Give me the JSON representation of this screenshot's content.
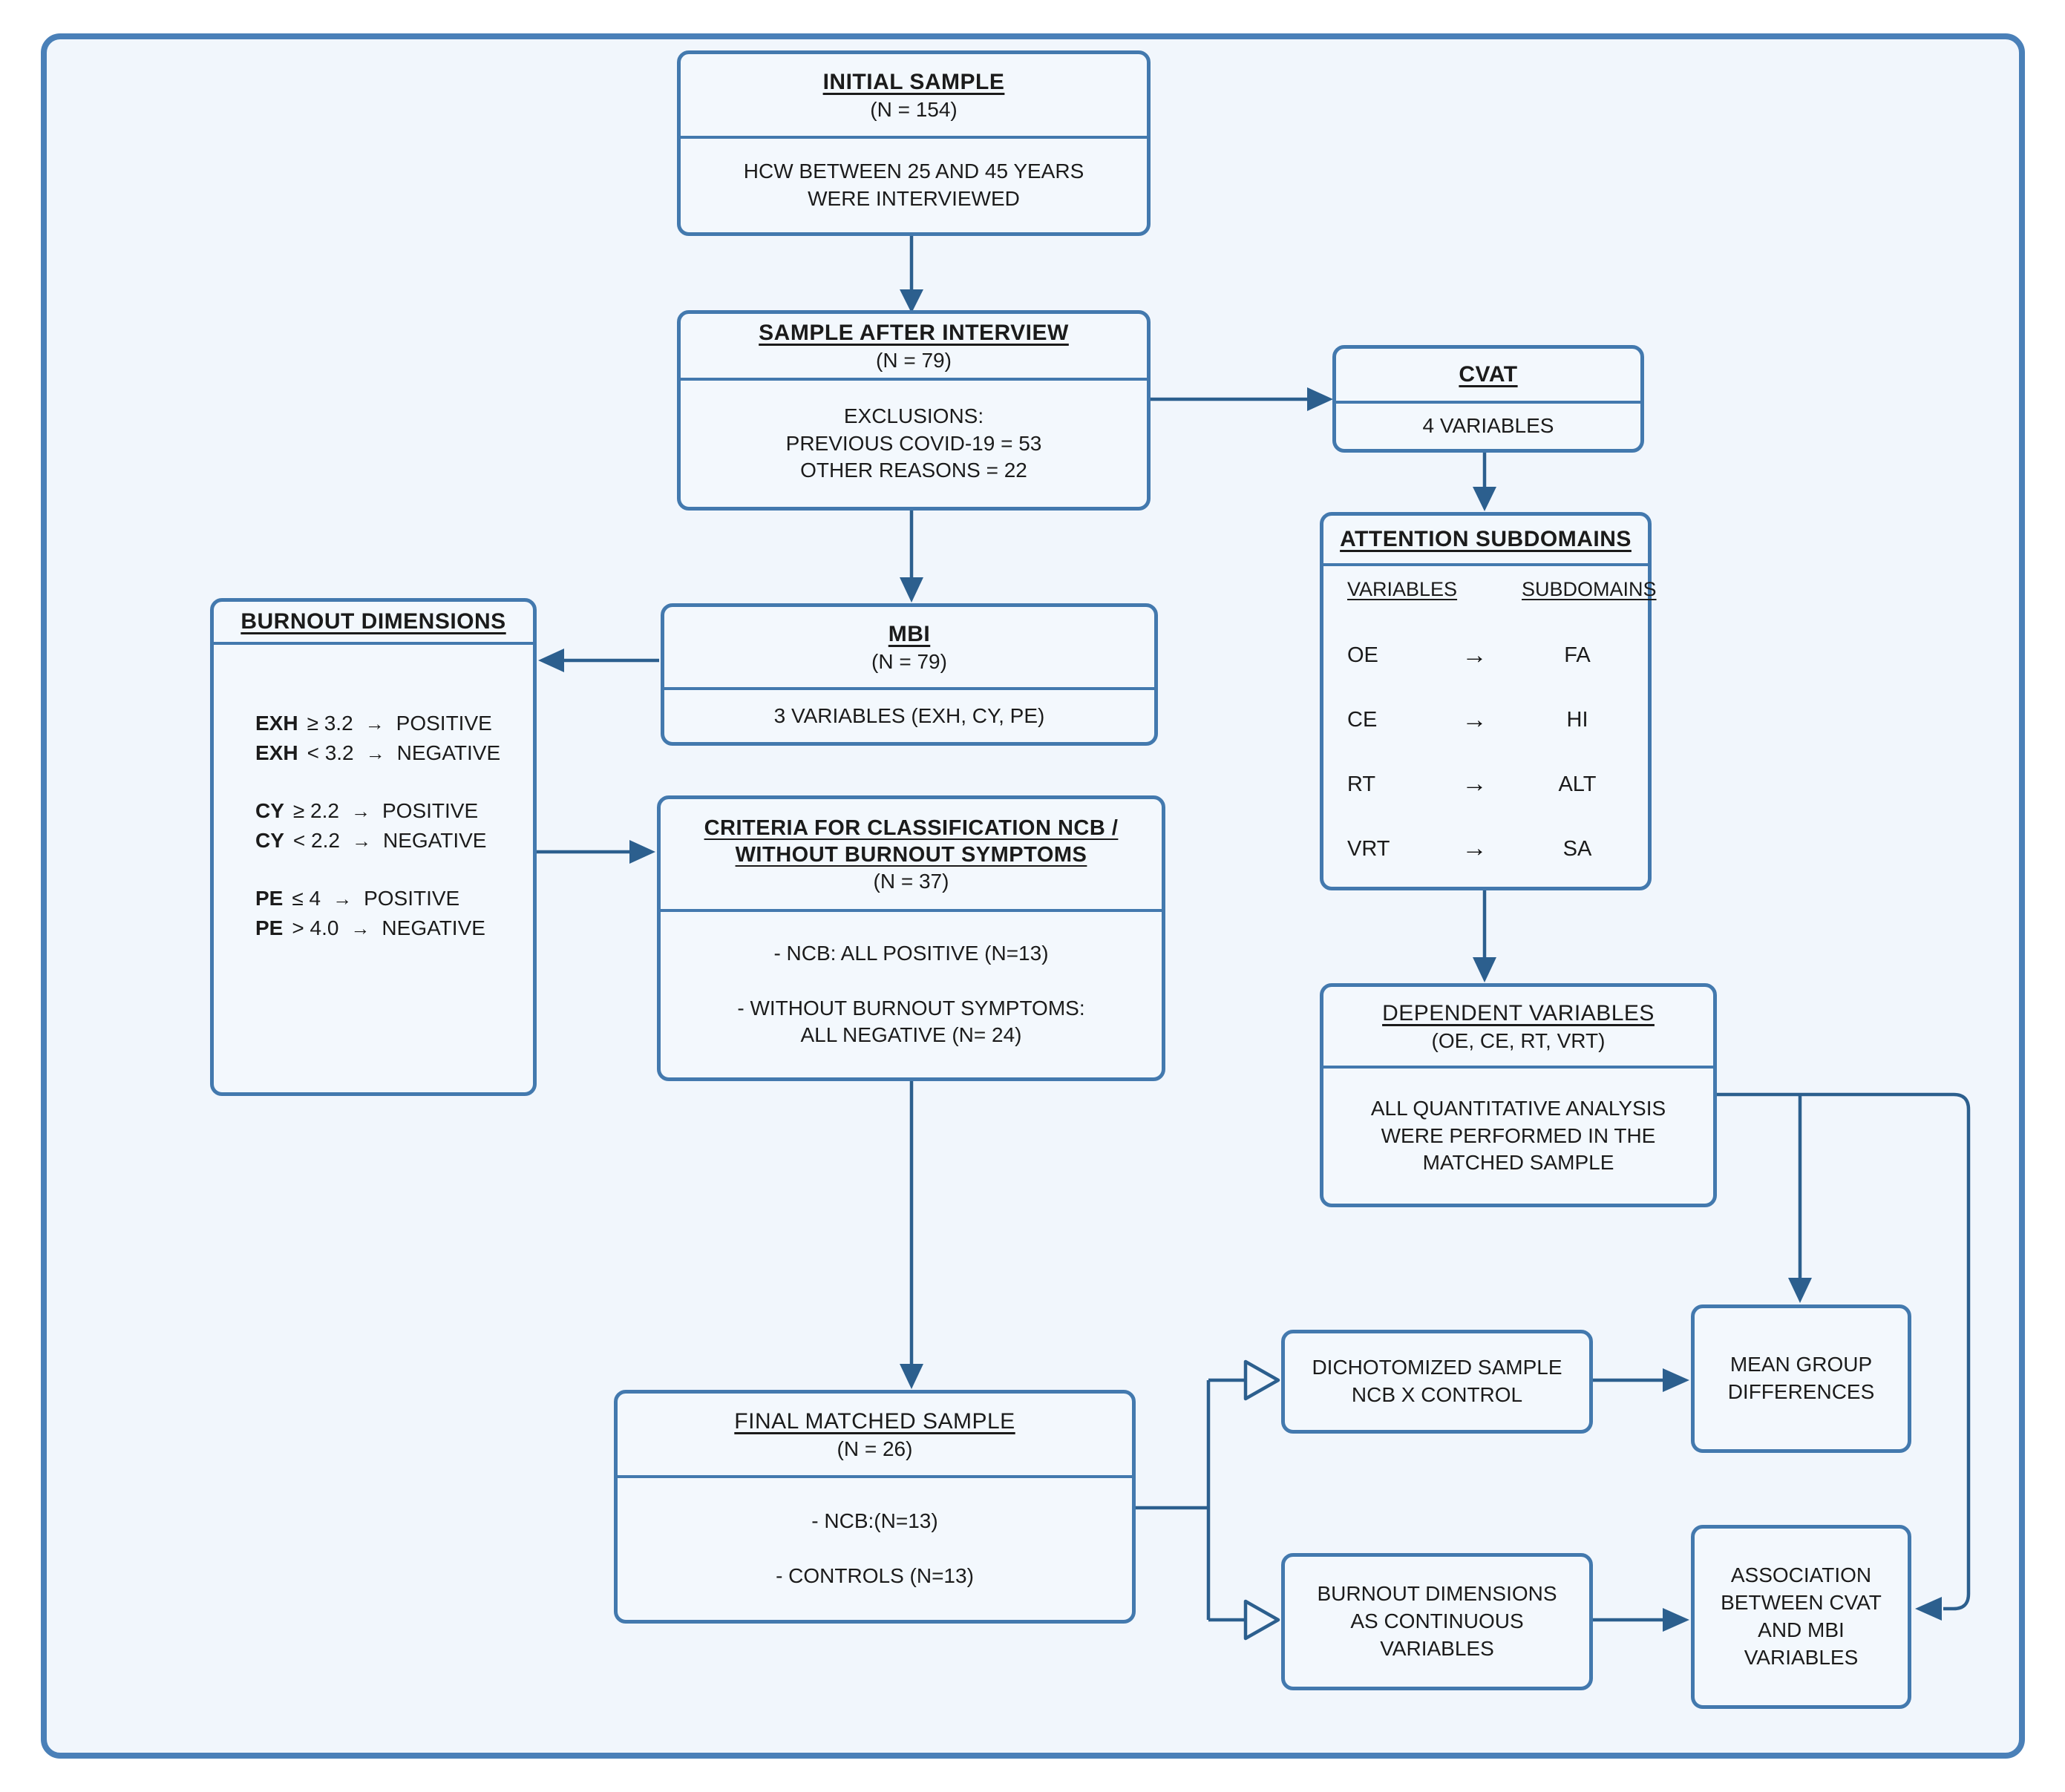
{
  "diagram": {
    "colors": {
      "box_border": "#4379ae",
      "box_fill": "#f3f8fd",
      "frame_border": "#4a80b8",
      "background": "#f1f6fc",
      "connector": "#2c5f8e",
      "text": "#1b1b1b"
    },
    "boxes": {
      "initial_sample": {
        "title": "INITIAL SAMPLE",
        "n": "(N = 154)",
        "body": "HCW BETWEEN 25 AND 45 YEARS\nWERE INTERVIEWED"
      },
      "sample_after_interview": {
        "title": "SAMPLE AFTER INTERVIEW",
        "n": "(N = 79)",
        "body": "EXCLUSIONS:\nPREVIOUS COVID-19 = 53\nOTHER REASONS = 22"
      },
      "cvat": {
        "title": "CVAT",
        "body": "4 VARIABLES"
      },
      "attention_subdomains": {
        "title": "ATTENTION SUBDOMAINS",
        "col_left": "VARIABLES",
        "col_right": "SUBDOMAINS",
        "arrow_glyph": "→",
        "rows": [
          {
            "variable": "OE",
            "subdomain": "FA"
          },
          {
            "variable": "CE",
            "subdomain": "HI"
          },
          {
            "variable": "RT",
            "subdomain": "ALT"
          },
          {
            "variable": "VRT",
            "subdomain": "SA"
          }
        ]
      },
      "mbi": {
        "title": "MBI",
        "n": "(N = 79)",
        "body": "3 VARIABLES (EXH, CY, PE)"
      },
      "burnout_dimensions": {
        "title": "BURNOUT DIMENSIONS",
        "arrow_glyph": "→",
        "rows": [
          {
            "variable": "EXH",
            "condition": "≥ 3.2",
            "result": "POSITIVE"
          },
          {
            "variable": "EXH",
            "condition": "< 3.2",
            "result": "NEGATIVE"
          },
          {
            "variable": "CY",
            "condition": "≥ 2.2",
            "result": "POSITIVE"
          },
          {
            "variable": "CY",
            "condition": "< 2.2",
            "result": "NEGATIVE"
          },
          {
            "variable": "PE",
            "condition": "≤ 4",
            "result": "POSITIVE"
          },
          {
            "variable": "PE",
            "condition": "> 4.0",
            "result": "NEGATIVE"
          }
        ]
      },
      "criteria": {
        "title": "CRITERIA FOR CLASSIFICATION NCB /\nWITHOUT BURNOUT SYMPTOMS",
        "n": "(N = 37)",
        "body": "- NCB: ALL POSITIVE (N=13)\n\n- WITHOUT BURNOUT SYMPTOMS:\nALL NEGATIVE (N= 24)"
      },
      "dependent_variables": {
        "title": "DEPENDENT VARIABLES",
        "n": "(OE, CE, RT, VRT)",
        "body": "ALL QUANTITATIVE ANALYSIS\nWERE PERFORMED IN THE\nMATCHED SAMPLE"
      },
      "final_matched_sample": {
        "title": "FINAL MATCHED SAMPLE",
        "n": "(N = 26)",
        "body": "- NCB:(N=13)\n\n- CONTROLS (N=13)"
      },
      "dichotomized": {
        "body": "DICHOTOMIZED SAMPLE\nNCB X CONTROL"
      },
      "continuous": {
        "body": "BURNOUT DIMENSIONS\nAS CONTINUOUS\nVARIABLES"
      },
      "mean_diff": {
        "body": "MEAN GROUP\nDIFFERENCES"
      },
      "association": {
        "body": "ASSOCIATION\nBETWEEN CVAT\nAND MBI\nVARIABLES"
      }
    }
  }
}
